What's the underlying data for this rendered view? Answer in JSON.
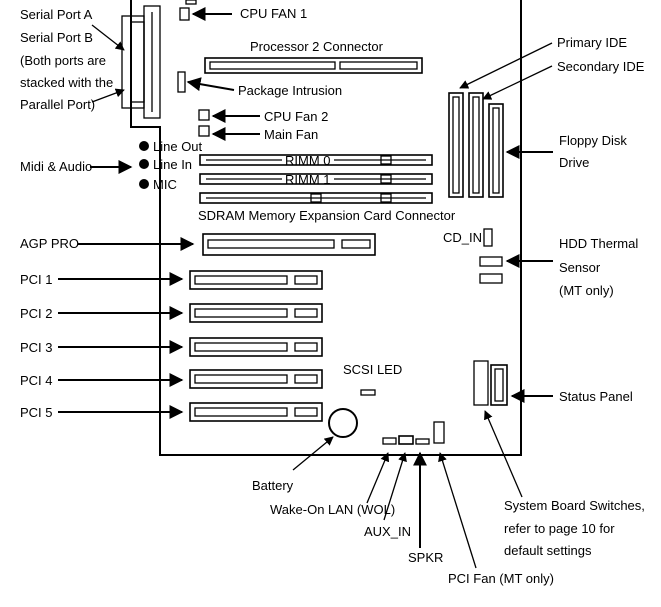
{
  "labels": {
    "serial_port_a": "Serial Port A",
    "serial_port_b": "Serial Port B",
    "serial_note_1": "(Both ports are",
    "serial_note_2": "stacked with the",
    "serial_note_3": "Parallel Port)",
    "cpu_fan_1": "CPU FAN 1",
    "processor_2_connector": "Processor 2 Connector",
    "package_intrusion": "Package Intrusion",
    "cpu_fan_2": "CPU Fan 2",
    "main_fan": "Main Fan",
    "line_out": "Line Out",
    "line_in": "Line In",
    "mic": "MIC",
    "midi_audio": "Midi & Audio",
    "rimm_0": "RIMM 0",
    "rimm_1": "RIMM 1",
    "sdram_connector": "SDRAM Memory Expansion Card Connector",
    "primary_ide": "Primary IDE",
    "secondary_ide": "Secondary IDE",
    "floppy_1": "Floppy Disk",
    "floppy_2": "Drive",
    "agp_pro": "AGP PRO",
    "cd_in": "CD_IN",
    "hdd_thermal_1": "HDD Thermal",
    "hdd_thermal_2": "Sensor",
    "hdd_thermal_3": "(MT only)",
    "pci_1": "PCI 1",
    "pci_2": "PCI 2",
    "pci_3": "PCI 3",
    "pci_4": "PCI 4",
    "pci_5": "PCI 5",
    "scsi_led": "SCSI LED",
    "status_panel": "Status Panel",
    "battery": "Battery",
    "wake_on_lan": "Wake-On LAN (WOL)",
    "aux_in": "AUX_IN",
    "spkr": "SPKR",
    "pci_fan": "PCI Fan (MT only)",
    "switches_1": "System Board Switches,",
    "switches_2": "refer to page 10 for",
    "switches_3": "default settings"
  }
}
